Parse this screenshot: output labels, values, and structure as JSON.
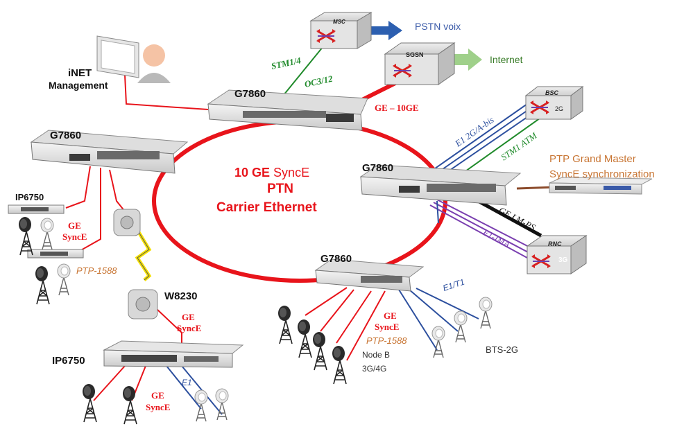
{
  "ring": {
    "line1a": "10 GE",
    "line1b": "SyncE",
    "line2": "PTN",
    "line3": "Carrier Ethernet"
  },
  "nodes": {
    "g7860_top": "G7860",
    "g7860_left": "G7860",
    "g7860_right": "G7860",
    "g7860_bottom": "G7860",
    "ip6750_left": "IP6750",
    "ip6750_bottom": "IP6750",
    "w8230": "W8230",
    "msc": "MSC",
    "sgsn": "SGSN",
    "bsc": "BSC",
    "bsc_sub": "2G",
    "rnc": "RNC",
    "rnc_sub": "3G"
  },
  "labels": {
    "inet_line1": "iNET",
    "inet_line2": "Management",
    "pstn": "PSTN voix",
    "internet": "Internet",
    "stm1_4": "STM1/4",
    "oc3_12": "OC3/12",
    "ge_10ge": "GE – 10GE",
    "e1_abis": "E1 2G/A-bis",
    "stm1_atm": "STM1 ATM",
    "ptp_gm_line1": "PTP Grand Master",
    "ptp_gm_line2": "SyncE synchronization",
    "ge_lmps": "GE LM-PS",
    "e1_ima": "E1-IMA",
    "left_ge": "GE",
    "left_synce": "SyncE",
    "left_ptp": "PTP-1588",
    "w_ge": "GE",
    "w_synce": "SyncE",
    "bottom_ge": "GE",
    "bottom_synce": "SyncE",
    "bottom_e1": "E1",
    "mid_ge": "GE",
    "mid_synce": "SyncE",
    "mid_ptp": "PTP-1588",
    "nodeb_line1": "Node B",
    "nodeb_line2": "3G/4G",
    "e1_t1": "E1/T1",
    "bts": "BTS-2G"
  },
  "colors": {
    "ring_red": "#e8141b",
    "blue_link": "#2c4f9e",
    "green_link": "#1f8a2a",
    "purple_link": "#7a3fb0",
    "brown_link": "#8b4a2a",
    "orange_text": "#c87533",
    "green_text": "#3a7d2a",
    "blue_text": "#3a5aa8"
  }
}
